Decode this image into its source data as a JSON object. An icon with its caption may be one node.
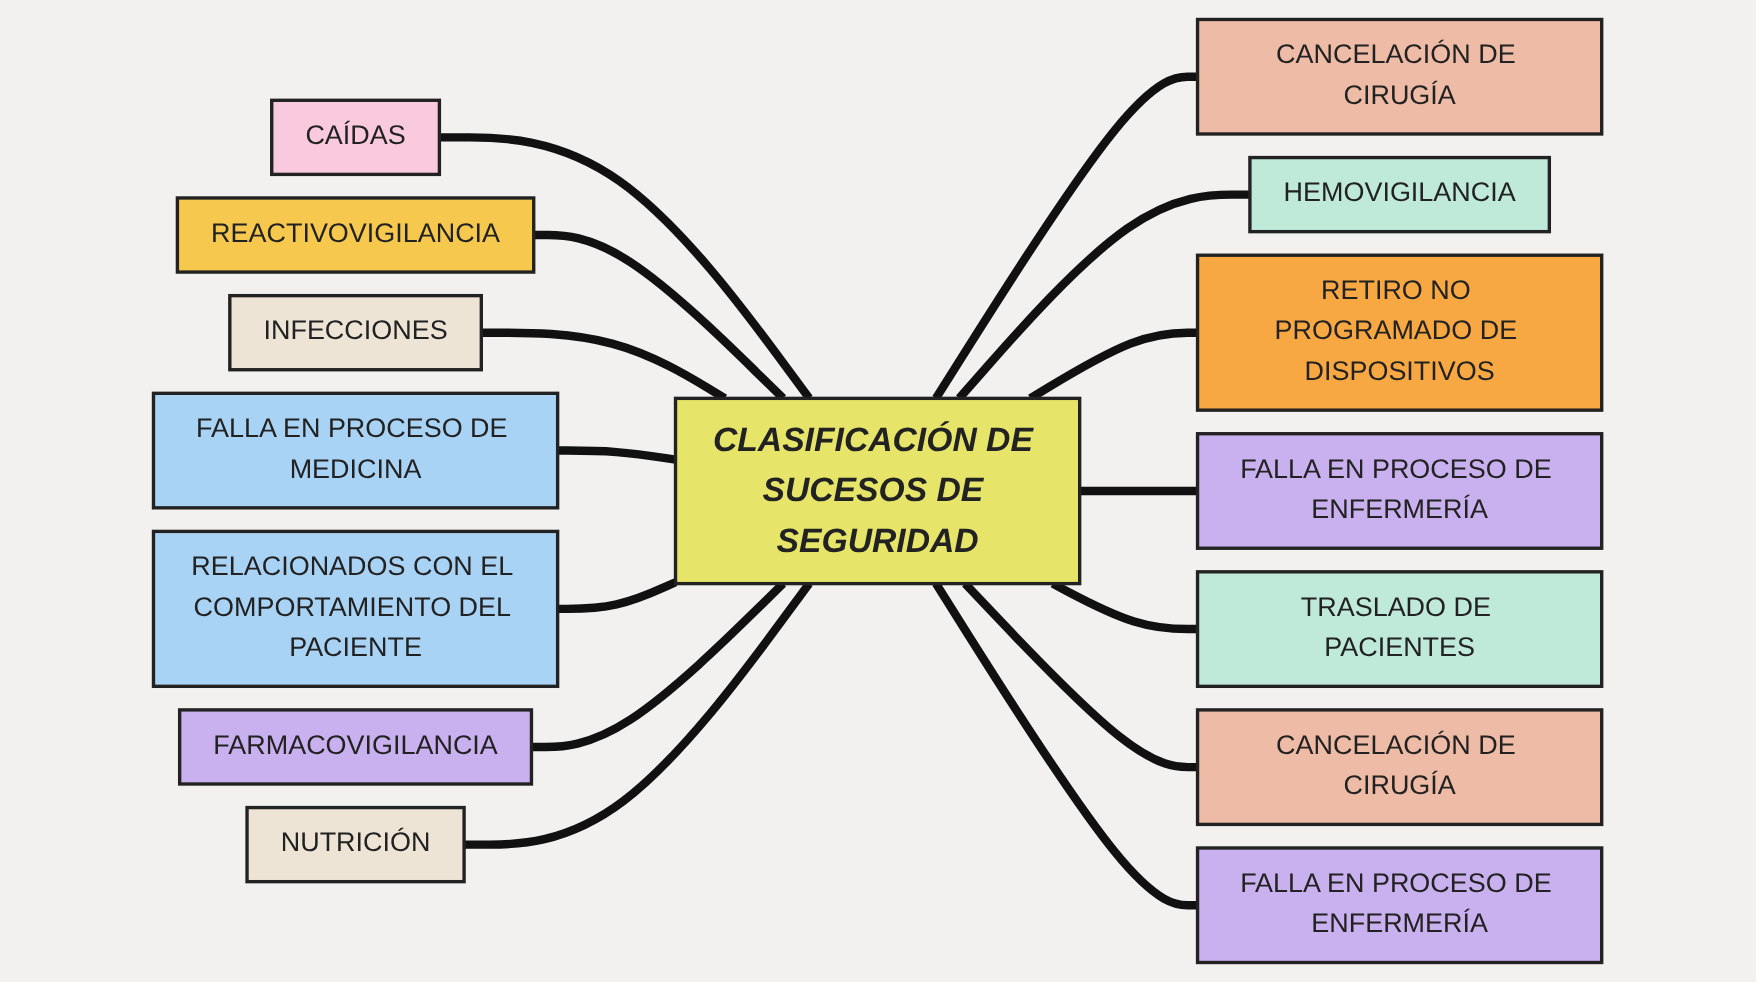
{
  "diagram": {
    "nodes": [
      {
        "text": [
          "CLASIFICACIÓN DE SUCESOS DE SEGURIDAD"
        ]
      },
      {
        "text": [
          "CAÍDAS"
        ]
      },
      {
        "text": [
          "REACTIVOVIGILANCIA"
        ]
      },
      {
        "text": [
          "INFECCIONES"
        ]
      },
      {
        "text": [
          "FALLA EN PROCESO DE MEDICINA"
        ]
      },
      {
        "text": [
          "RELACIONADOS CON EL COMPORTAMIENTO DEL PACIENTE"
        ]
      },
      {
        "text": [
          "FARMACOVIGILANCIA"
        ]
      },
      {
        "text": [
          "NUTRICIÓN"
        ]
      },
      {
        "text": [
          "CANCELACIÓN DE CIRUGÍA"
        ]
      },
      {
        "text": [
          "HEMOVIGILANCIA"
        ]
      },
      {
        "text": [
          "RETIRO NO PROGRAMADO DE DISPOSITIVOS"
        ]
      },
      {
        "text": [
          "FALLA EN PROCESO DE ENFERMERÍA"
        ]
      },
      {
        "text": [
          "TRASLADO DE PACIENTES"
        ]
      },
      {
        "text": [
          "CANCELACIÓN DE CIRUGÍA"
        ]
      },
      {
        "text": [
          "FALLA EN PROCESO DE ENFERMERÍA"
        ]
      }
    ],
    "edges": [
      {
        "from": 1,
        "to": 0,
        "arrow": "none"
      },
      {
        "from": 2,
        "to": 0,
        "arrow": "none"
      },
      {
        "from": 3,
        "to": 0,
        "arrow": "none"
      },
      {
        "from": 4,
        "to": 0,
        "arrow": "none"
      },
      {
        "from": 5,
        "to": 0,
        "arrow": "none"
      },
      {
        "from": 6,
        "to": 0,
        "arrow": "none"
      },
      {
        "from": 7,
        "to": 0,
        "arrow": "none"
      },
      {
        "from": 0,
        "to": 8,
        "arrow": "none"
      },
      {
        "from": 0,
        "to": 9,
        "arrow": "none"
      },
      {
        "from": 0,
        "to": 10,
        "arrow": "none"
      },
      {
        "from": 0,
        "to": 11,
        "arrow": "none"
      },
      {
        "from": 0,
        "to": 12,
        "arrow": "none"
      },
      {
        "from": 0,
        "to": 13,
        "arrow": "none"
      },
      {
        "from": 0,
        "to": 14,
        "arrow": "none"
      }
    ]
  }
}
